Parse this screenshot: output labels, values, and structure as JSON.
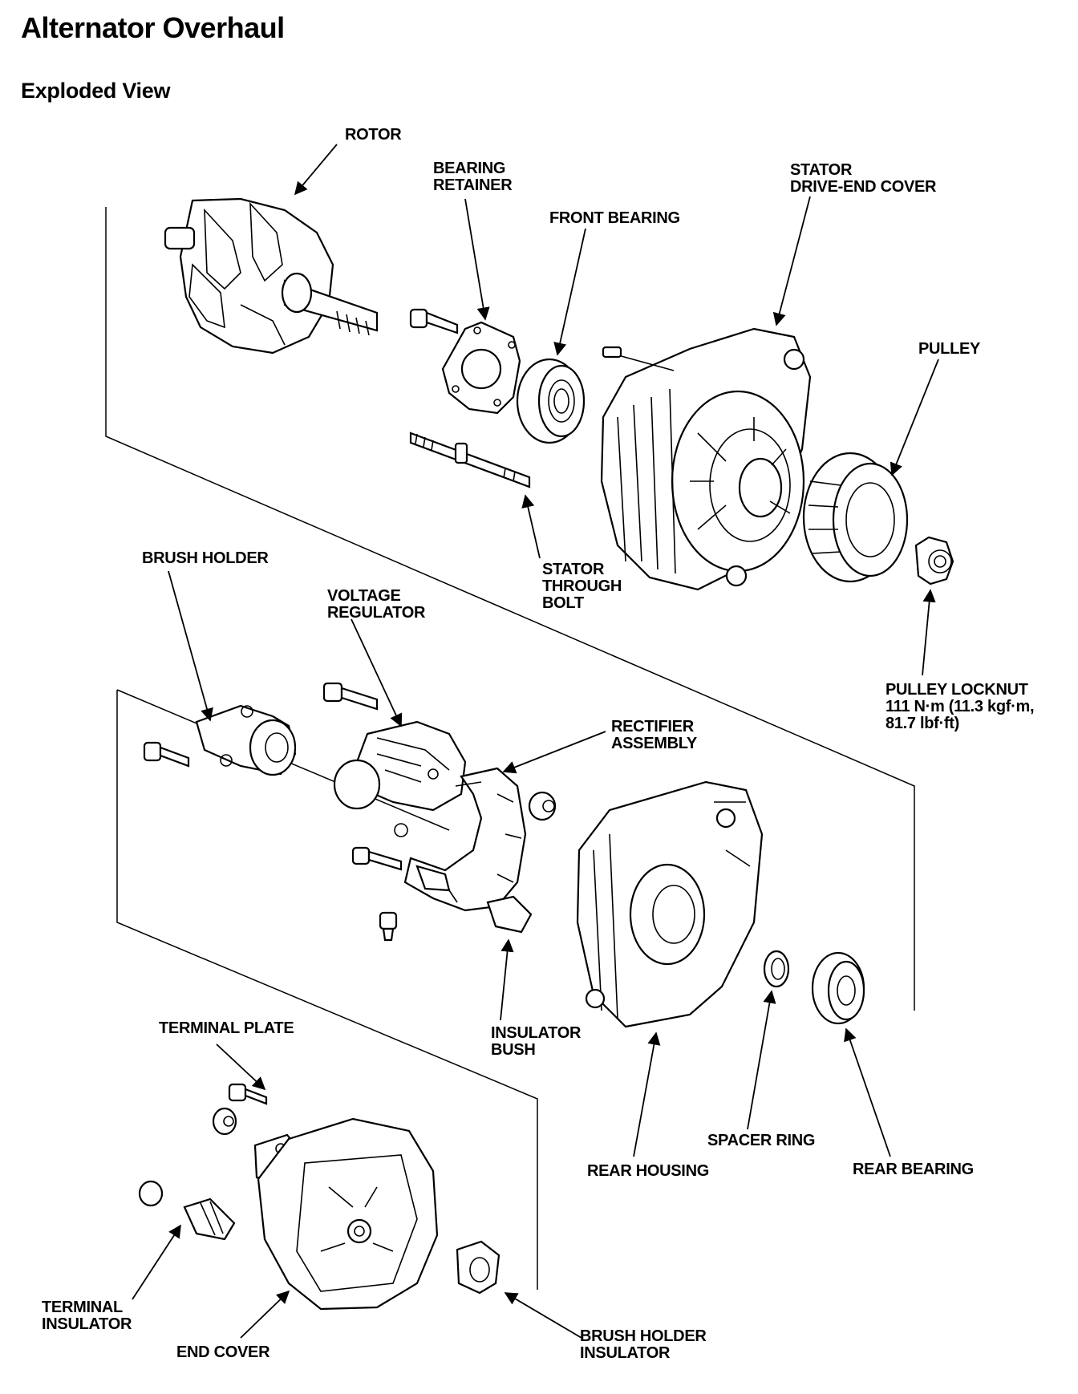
{
  "title": "Alternator Overhaul",
  "subtitle": "Exploded View",
  "labels": {
    "rotor": [
      "ROTOR"
    ],
    "bearing_retainer": [
      "BEARING",
      "RETAINER"
    ],
    "front_bearing": [
      "FRONT BEARING"
    ],
    "stator_drive_end_cover": [
      "STATOR",
      "DRIVE-END COVER"
    ],
    "pulley": [
      "PULLEY"
    ],
    "stator_through_bolt": [
      "STATOR",
      "THROUGH",
      "BOLT"
    ],
    "brush_holder": [
      "BRUSH HOLDER"
    ],
    "voltage_regulator": [
      "VOLTAGE",
      "REGULATOR"
    ],
    "rectifier_assembly": [
      "RECTIFIER",
      "ASSEMBLY"
    ],
    "pulley_locknut": [
      "PULLEY LOCKNUT",
      "111 N·m (11.3 kgf·m,",
      "81.7 lbf·ft)"
    ],
    "insulator_bush": [
      "INSULATOR",
      "BUSH"
    ],
    "terminal_plate": [
      "TERMINAL PLATE"
    ],
    "rear_housing": [
      "REAR HOUSING"
    ],
    "spacer_ring": [
      "SPACER RING"
    ],
    "rear_bearing": [
      "REAR BEARING"
    ],
    "terminal_insulator": [
      "TERMINAL",
      "INSULATOR"
    ],
    "end_cover": [
      "END COVER"
    ],
    "brush_holder_insulator": [
      "BRUSH HOLDER",
      "INSULATOR"
    ]
  }
}
